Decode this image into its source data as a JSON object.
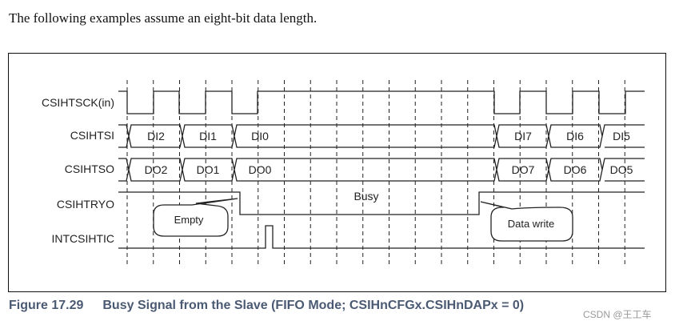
{
  "intro": "The following examples assume an eight-bit data length.",
  "signals": [
    "CSIHTSCK(in)",
    "CSIHTSI",
    "CSIHTSO",
    "CSIHTRYO",
    "INTCSIHTIC"
  ],
  "si": [
    "DI2",
    "DI1",
    "DI0",
    "DI7",
    "DI6",
    "DI5"
  ],
  "so": [
    "DO2",
    "DO1",
    "DO0",
    "DO7",
    "DO6",
    "DO5"
  ],
  "busy": "Busy",
  "callout_empty": "Empty",
  "callout_write": "Data write",
  "caption": {
    "number": "Figure 17.29",
    "title": "Busy Signal from the Slave (FIFO Mode; CSIHnCFGx.CSIHnDAPx = 0)"
  },
  "watermark": "CSDN @王工车"
}
